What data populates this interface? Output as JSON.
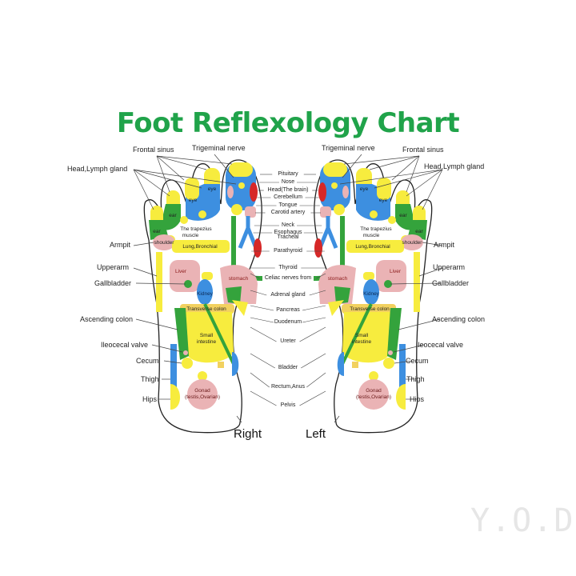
{
  "title": "Foot Reflexology Chart",
  "colors": {
    "title": "#20a34a",
    "yellow": "#f7ec3e",
    "blue": "#3d8fe0",
    "green": "#34a33c",
    "pink": "#eab3b5",
    "red": "#d62828",
    "outline": "#222222"
  },
  "feet": {
    "right": "Right",
    "left": "Left"
  },
  "side_labels": {
    "frontal_sinus": "Frontal sinus",
    "trigeminal_nerve": "Trigeminal nerve",
    "head_lymph": "Head,Lymph gland",
    "armpit": "Armpit",
    "upperarm": "Upperarm",
    "gallbladder": "Gallbladder",
    "ascending_colon": "Ascending colon",
    "ileocecal_valve": "Ileocecal valve",
    "cecum": "Cecum",
    "thigh": "Thigh",
    "hips": "Hips"
  },
  "center_labels": [
    "Pituitary",
    "Nose",
    "Head(The brain)",
    "Cerebellum",
    "Tongue",
    "Carotid artery",
    "Neck",
    "Esophagus",
    "Tracheal",
    "Parathyroid",
    "Thyroid",
    "Celiac nerves from",
    "Adrenal gland",
    "Pancreas",
    "Duodenum",
    "Ureter",
    "Bladder",
    "Rectum,Anus",
    "Pelvis"
  ],
  "zone_labels": {
    "eye": "eye",
    "ear": "ear",
    "trapezius": [
      "The trapezius",
      "muscle"
    ],
    "shoulder": "shoulder",
    "lung": "Lung,Bronchial",
    "liver": "Liver",
    "stomach": "stomach",
    "kidney": "Kidney",
    "transverse_colon": "Transverse colon",
    "small_intestine": [
      "Small",
      "intestine"
    ],
    "gonad": [
      "Gonad",
      "(testis,Ovarian)"
    ]
  },
  "watermark": "Y.O.D"
}
